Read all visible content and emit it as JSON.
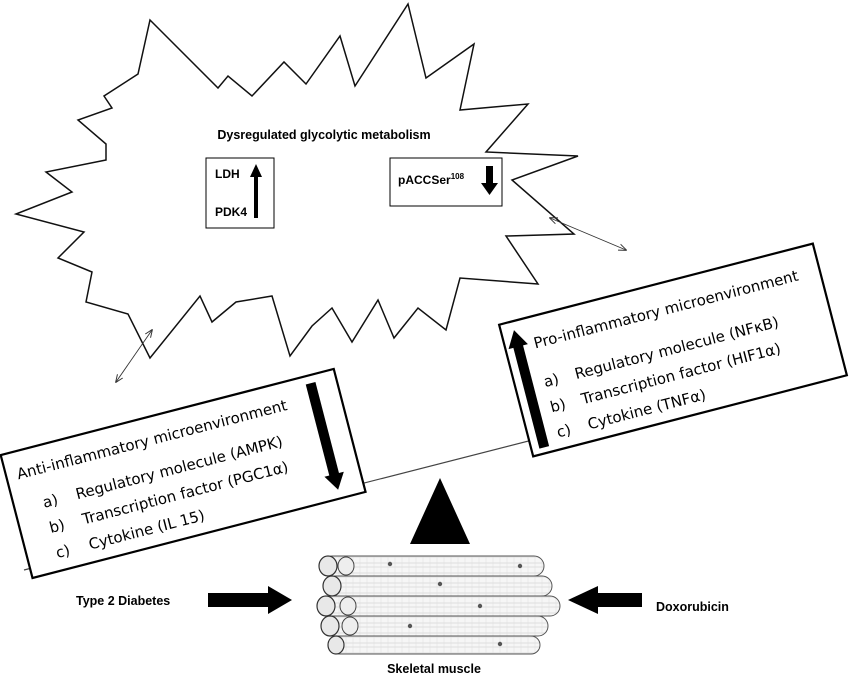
{
  "star": {
    "title": "Dysregulated glycolytic metabolism",
    "left_box": {
      "line1": "LDH",
      "line2": "PDK4",
      "arrow": "up"
    },
    "right_box": {
      "label": "pACCSer",
      "superscript": "108",
      "arrow": "down"
    }
  },
  "anti_box": {
    "title": "Anti-inflammatory microenvironment",
    "items": [
      {
        "marker": "a)",
        "text": "Regulatory molecule (AMPK)"
      },
      {
        "marker": "b)",
        "text": "Transcription factor (PGC1α)"
      },
      {
        "marker": "c)",
        "text": "Cytokine (IL 15)"
      }
    ],
    "arrow": "down"
  },
  "pro_box": {
    "title": "Pro-inflammatory microenvironment",
    "items": [
      {
        "marker": "a)",
        "text": "Regulatory molecule (NFκB)"
      },
      {
        "marker": "b)",
        "text": "Transcription factor (HIF1α)"
      },
      {
        "marker": "c)",
        "text": "Cytokine (TNFα)"
      }
    ],
    "arrow": "up"
  },
  "bottom": {
    "left_label": "Type 2 Diabetes",
    "right_label": "Doxorubicin",
    "muscle_label": "Skeletal muscle"
  }
}
